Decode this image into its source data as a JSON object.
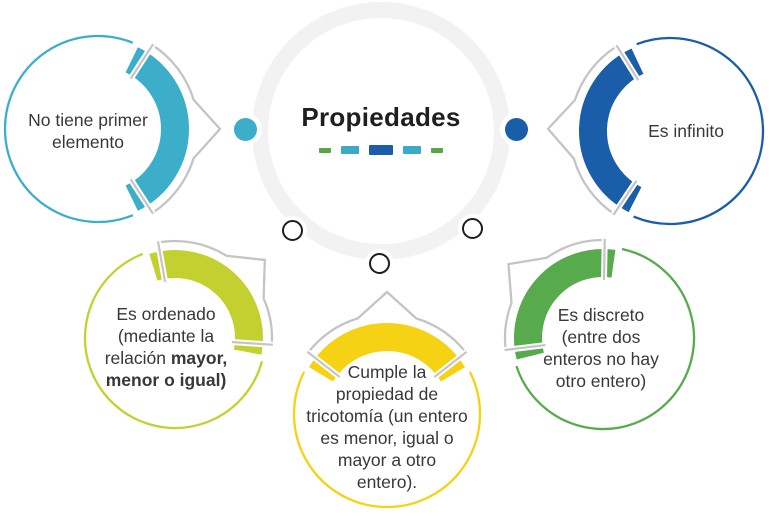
{
  "hub": {
    "title": "Propiedades",
    "dashes": [
      {
        "color": "#55A845",
        "size": "s"
      },
      {
        "color": "#3BAAC8",
        "size": "m"
      },
      {
        "color": "#1A5DA8",
        "size": "l"
      },
      {
        "color": "#3BAAC8",
        "size": "m"
      },
      {
        "color": "#55A845",
        "size": "s"
      }
    ]
  },
  "connectors": {
    "dots": [
      {
        "side": "left",
        "color": "#3DAECA"
      },
      {
        "side": "right",
        "color": "#1A5DA8"
      }
    ],
    "small_circle_count": 3
  },
  "palette": {
    "ribbon_gray": "#C4C4C4",
    "hub_ring": "#F2F2F2",
    "text": "#383838",
    "title": "#1F1F1F",
    "node_circle_outline": "#1E1E1E"
  },
  "nodes": [
    {
      "id": "no-primer-elemento",
      "color": "#3DAECA",
      "lines": [
        [
          {
            "text": "No tiene primer",
            "bold": false
          }
        ],
        [
          {
            "text": "elemento",
            "bold": false
          }
        ]
      ]
    },
    {
      "id": "es-infinito",
      "color": "#1A5DA8",
      "lines": [
        [
          {
            "text": "Es infinito",
            "bold": false
          }
        ]
      ]
    },
    {
      "id": "es-ordenado",
      "color": "#C3D130",
      "lines": [
        [
          {
            "text": "Es ordenado",
            "bold": false
          }
        ],
        [
          {
            "text": "(mediante la",
            "bold": false
          }
        ],
        [
          {
            "text": "relación ",
            "bold": false
          },
          {
            "text": "mayor,",
            "bold": true
          }
        ],
        [
          {
            "text": "menor o igual)",
            "bold": true
          }
        ]
      ]
    },
    {
      "id": "tricotomia",
      "color": "#F5D214",
      "lines": [
        [
          {
            "text": "Cumple la",
            "bold": false
          }
        ],
        [
          {
            "text": "propiedad de",
            "bold": false
          }
        ],
        [
          {
            "text": "tricotomía (un entero",
            "bold": false
          }
        ],
        [
          {
            "text": "es menor, igual o",
            "bold": false
          }
        ],
        [
          {
            "text": "mayor a otro",
            "bold": false
          }
        ],
        [
          {
            "text": "entero).",
            "bold": false
          }
        ]
      ]
    },
    {
      "id": "es-discreto",
      "color": "#57AB4C",
      "lines": [
        [
          {
            "text": "Es discreto",
            "bold": false
          }
        ],
        [
          {
            "text": "(entre dos",
            "bold": false
          }
        ],
        [
          {
            "text": "enteros no hay",
            "bold": false
          }
        ],
        [
          {
            "text": "otro entero)",
            "bold": false
          }
        ]
      ]
    }
  ]
}
